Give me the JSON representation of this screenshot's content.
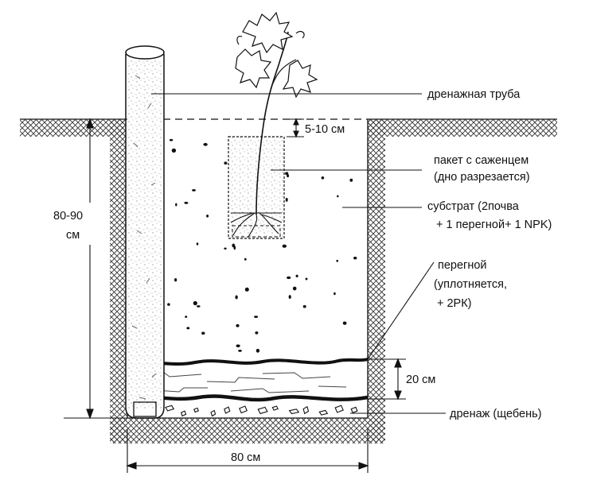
{
  "labels": {
    "drain_pipe": "дренажная труба",
    "top_gap": "5-10 см",
    "seedling_bag_line1": "пакет с саженцем",
    "seedling_bag_line2": "(дно разрезается)",
    "substrate_line1": "субстрат (2почва",
    "substrate_line2": "+ 1 перегной+ 1 NPK)",
    "humus_line1": "перегной",
    "humus_line2": "(уплотняется,",
    "humus_line3": "+ 2РК)",
    "layer_20": "20 см",
    "drainage": "дренаж (щебень)",
    "depth_line1": "80-90",
    "depth_line2": "см",
    "width": "80 см"
  }
}
